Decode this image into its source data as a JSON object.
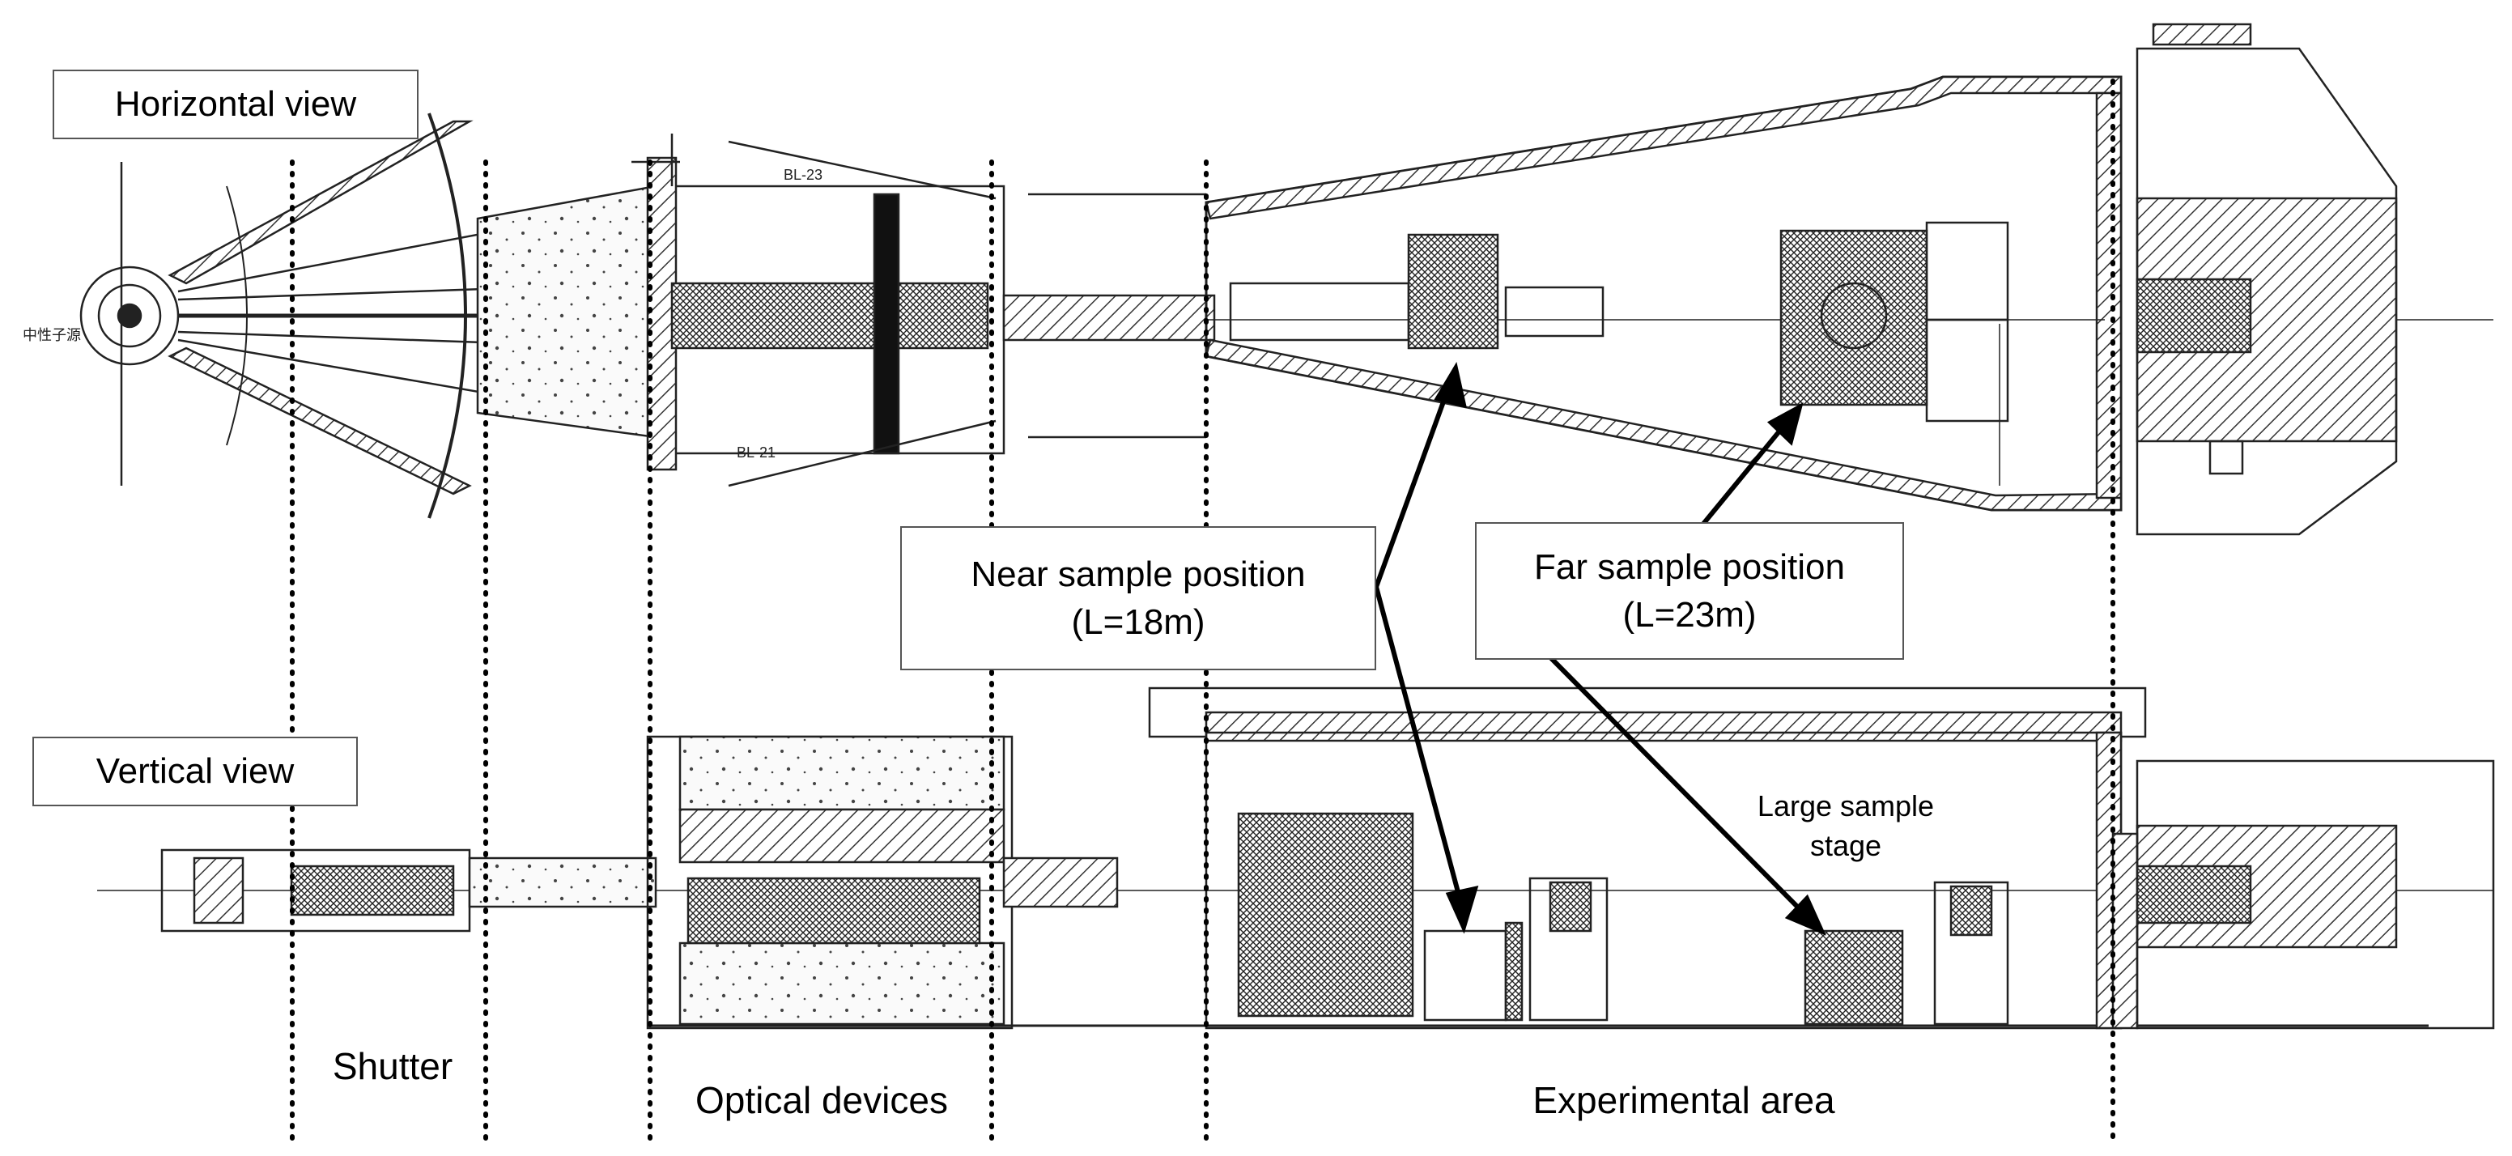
{
  "views": {
    "horizontal": "Horizontal view",
    "vertical": "Vertical view"
  },
  "callouts": {
    "near_title": "Near sample position",
    "near_sub": "(L=18m)",
    "far_title": "Far sample position",
    "far_sub": "(L=23m)",
    "large_stage_line1": "Large sample",
    "large_stage_line2": "stage"
  },
  "sections": {
    "shutter": "Shutter",
    "optical": "Optical devices",
    "experimental": "Experimental area"
  },
  "drawing_text": {
    "beamline_upper": "BL-23",
    "beamline_lower": "BL-21",
    "source_label": "中性子源"
  }
}
